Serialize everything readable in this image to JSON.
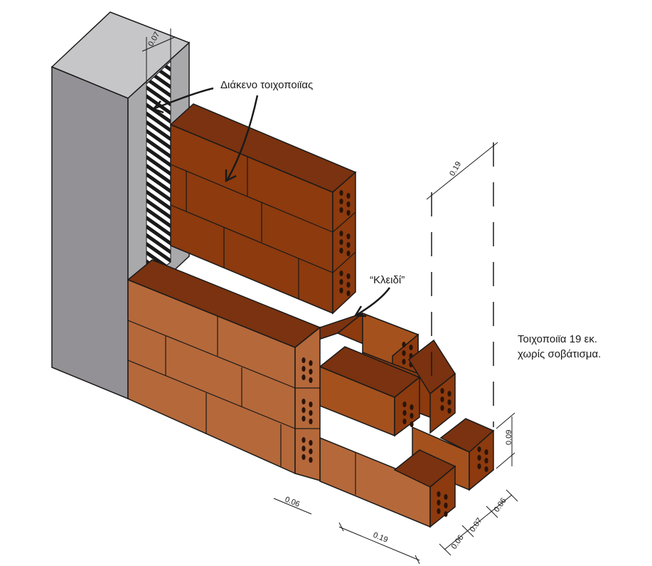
{
  "labels": {
    "gap": "Διάκενο τοιχοποιϊας",
    "key": "“Κλειδί”",
    "note_line1": "Τοιχοποιϊα 19 εκ.",
    "note_line2": "χωρίς σοβάτισμα."
  },
  "dimensions": {
    "gap_width": "0.07",
    "wall_height": "0.19",
    "course_height": "0.09",
    "face_shell": "0.06",
    "brick_length": "0.19",
    "width_a": "0.06",
    "width_b": "0.07",
    "width_c": "0.06"
  },
  "colors": {
    "column_front": "#939195",
    "column_side": "#a9a8ab",
    "column_top": "#c6c5c8",
    "brick_dark": "#8c3a0e",
    "brick_mid": "#a4511e",
    "brick_light": "#b5683a",
    "brick_top": "#7a3210",
    "hole": "#2a1408"
  }
}
